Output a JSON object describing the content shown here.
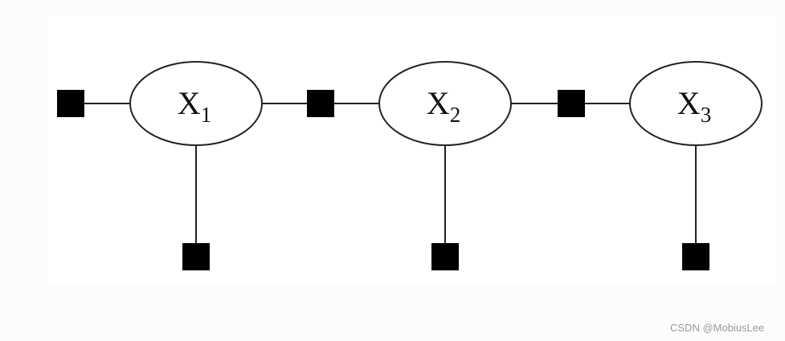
{
  "colors": {
    "stroke": "#222222",
    "factor_fill": "#000000",
    "node_fill": "#ffffff",
    "panel_bg": "#ffffff",
    "page_bg": "#fcfcfc",
    "watermark": "#9a9a9a"
  },
  "variables": [
    {
      "letter": "X",
      "index": "1"
    },
    {
      "letter": "X",
      "index": "2"
    },
    {
      "letter": "X",
      "index": "3"
    }
  ],
  "factors": {
    "unary_count": 3,
    "pairwise_count": 2,
    "prior_count": 1
  },
  "watermark": "CSDN @MobiusLee"
}
